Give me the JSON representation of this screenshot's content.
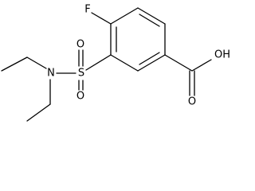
{
  "molecule": {
    "atom_labels": {
      "fluorine": "F",
      "sulfur": "S",
      "sulfonyl_oxygen_top": "O",
      "sulfonyl_oxygen_bottom": "O",
      "nitrogen": "N",
      "carbonyl_oxygen": "O",
      "hydroxyl": "OH"
    }
  },
  "colors": {
    "bond": "#000000",
    "label": "#000000",
    "background": "#ffffff"
  }
}
